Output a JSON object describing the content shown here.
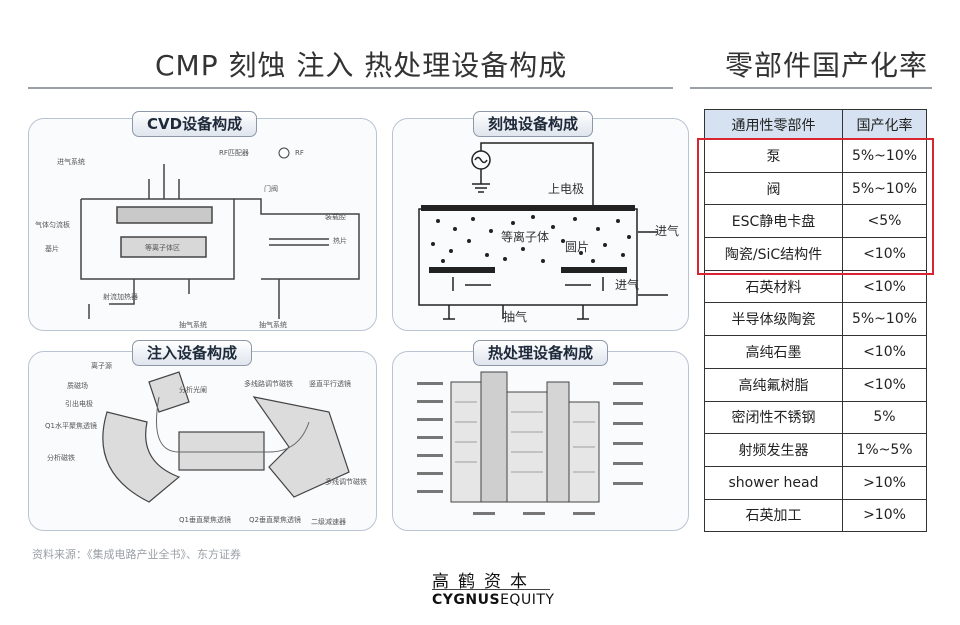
{
  "header": {
    "left_title": "CMP 刻蚀 注入 热处理设备构成",
    "right_title": "零部件国产化率"
  },
  "panels": {
    "cvd": {
      "label": "CVD设备构成",
      "callouts": [
        "进气系统",
        "RF匹配器",
        "RF",
        "门阀",
        "气体匀流板",
        "等离子体区",
        "装载腔",
        "基片",
        "热片",
        "射流加热器",
        "抽气系统",
        "抽气系统"
      ]
    },
    "etch": {
      "label": "刻蚀设备构成",
      "callouts": [
        "上电极",
        "等离子体",
        "圆片",
        "进气",
        "进气",
        "抽气"
      ]
    },
    "implant": {
      "label": "注入设备构成",
      "callouts": [
        "离子源",
        "质磁场",
        "引出电极",
        "分析光阑",
        "多线路调节磁铁",
        "竖直平行透镜",
        "Q1水平聚焦透镜",
        "分析磁铁",
        "Q1垂直聚焦透镜",
        "Q2垂直聚焦透镜",
        "多线调节磁铁",
        "二级减速器"
      ]
    },
    "thermal": {
      "label": "热处理设备构成"
    }
  },
  "source_note": "资料来源：《集成电路产业全书》、东方证券",
  "logo": {
    "cn": "高鹤资本",
    "en_bold": "CYGNUS",
    "en_light": "EQUITY"
  },
  "table": {
    "headers": [
      "通用性零部件",
      "国产化率"
    ],
    "rows": [
      {
        "part": "泵",
        "rate": "5%~10%"
      },
      {
        "part": "阀",
        "rate": "5%~10%"
      },
      {
        "part": "ESC静电卡盘",
        "rate": "<5%"
      },
      {
        "part": "陶瓷/SiC结构件",
        "rate": "<10%"
      },
      {
        "part": "石英材料",
        "rate": "<10%"
      },
      {
        "part": "半导体级陶瓷",
        "rate": "5%~10%"
      },
      {
        "part": "高纯石墨",
        "rate": "<10%"
      },
      {
        "part": "高纯氟树脂",
        "rate": "<10%"
      },
      {
        "part": "密闭性不锈钢",
        "rate": "5%"
      },
      {
        "part": "射频发生器",
        "rate": "1%~5%"
      },
      {
        "part": "shower head",
        "rate": ">10%"
      },
      {
        "part": "石英加工",
        "rate": ">10%"
      }
    ],
    "highlight_color": "#d7262f",
    "header_color": "#d6e2f1"
  }
}
